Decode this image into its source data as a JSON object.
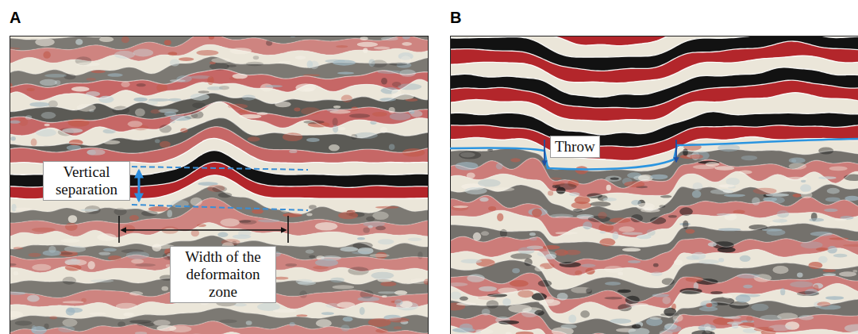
{
  "diagram": {
    "nodes": [
      {
        "text": [
          "Vertical separation"
        ]
      },
      {
        "text": [
          "Width of the deformaiton zone"
        ]
      },
      {
        "text": [
          "Throw"
        ]
      }
    ],
    "labels": [
      "A",
      "B"
    ]
  }
}
